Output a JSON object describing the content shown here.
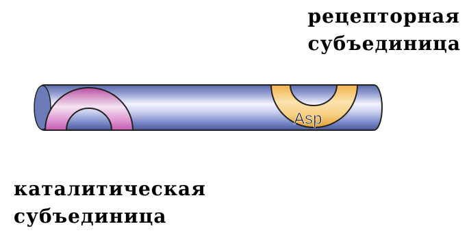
{
  "labels": {
    "receptor": [
      "рецепторная",
      "субъединица"
    ],
    "catalytic": [
      "каталитическая",
      "субъединица"
    ]
  },
  "binding_site_label": "Asp",
  "colors": {
    "tube_edge": "#4a5a9a",
    "tube_mid": "#eef0ff",
    "catalytic_site": "#c05aa8",
    "receptor_site": "#f0b040",
    "outline": "#222222"
  }
}
